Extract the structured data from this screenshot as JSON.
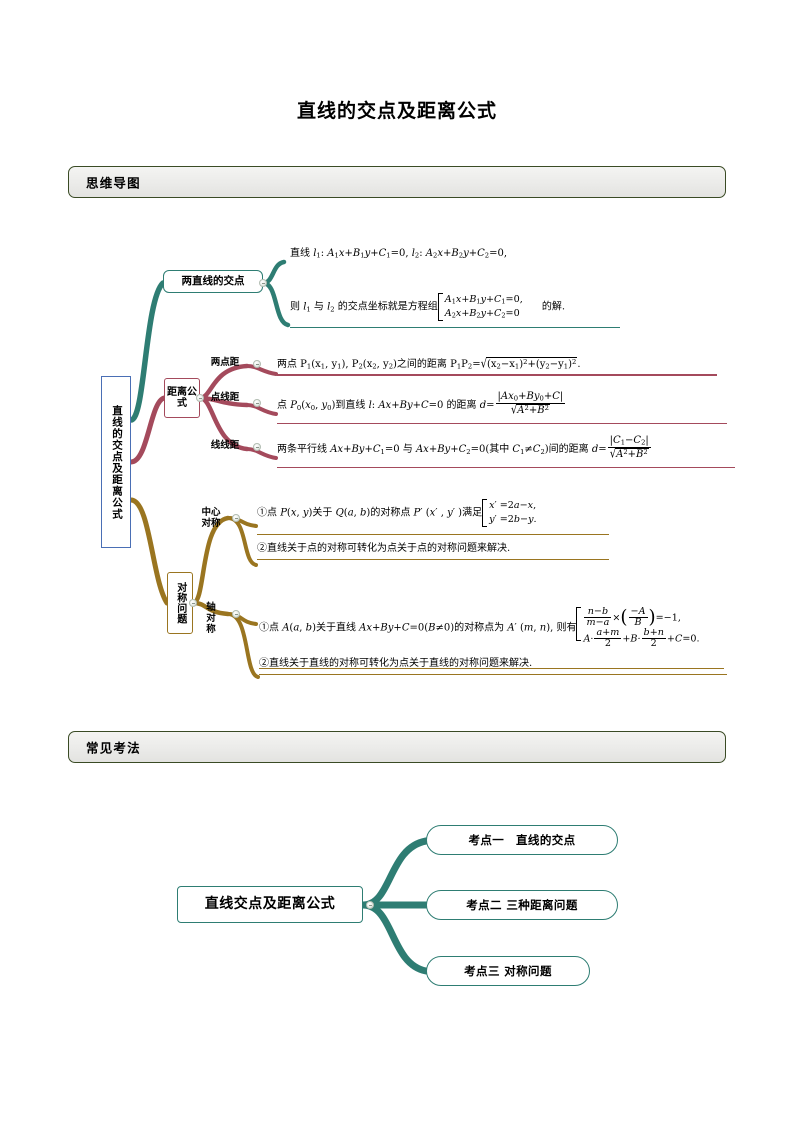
{
  "document": {
    "title": "直线的交点及距离公式"
  },
  "sections": {
    "mindmap": {
      "label": "思维导图"
    },
    "exam": {
      "label": "常见考法"
    }
  },
  "mindmap": {
    "root": "直线的交点及距离公式",
    "branches": [
      {
        "id": "intersection",
        "label": "两直线的交点",
        "color": "#2e7d73",
        "rows": [
          "直线 l₁: A₁x+B₁y+C₁=0, l₂: A₂x+B₂y+C₂=0,",
          "则 l₁ 与 l₂ 的交点坐标就是方程组 {A₁x+B₁y+C₁=0, A₂x+B₂y+C₂=0} 的解."
        ]
      },
      {
        "id": "distance",
        "label": "距离公式",
        "color": "#a44a5c",
        "children": [
          {
            "label": "两点距",
            "text": "两点 P₁(x₁, y₁), P₂(x₂, y₂) 之间的距离 P₁P₂=√((x₂−x₁)²+(y₂−y₁)²)."
          },
          {
            "label": "点线距",
            "text": "点 P₀(x₀, y₀) 到直线 l: Ax+By+C=0 的距离 d=|Ax₀+By₀+C|/√(A²+B²)"
          },
          {
            "label": "线线距",
            "text": "两条平行线 Ax+By+C₁=0 与 Ax+By+C₂=0 (其中 C₁≠C₂) 间的距离 d=|C₁−C₂|/√(A²+B²)"
          }
        ]
      },
      {
        "id": "symmetry",
        "label": "对称问题",
        "color": "#9a7520",
        "children": [
          {
            "label": "中心对称",
            "items": [
              "①点 P(x, y) 关于 Q(a, b) 的对称点 P′ (x′, y′) 满足 {x′=2a−x, y′=2b−y.}",
              "②直线关于点的对称可转化为点关于点的对称问题来解决."
            ]
          },
          {
            "label": "轴对称",
            "items": [
              "①点 A(a, b) 关于直线 Ax+By+C=0(B≠0) 的对称点为 A′ (m, n), 则有 {(n−b)/(m−a)×(−A/B)=−1, A·(a+m)/2+B·(b+n)/2+C=0.}",
              "②直线关于直线的对称可转化为点关于直线的对称问题来解决."
            ]
          }
        ]
      }
    ]
  },
  "exam_map": {
    "root": "直线交点及距离公式",
    "leaves": [
      "考点一　直线的交点",
      "考点二  三种距离问题",
      "考点三  对称问题"
    ]
  },
  "math": {
    "line1_prefix": "直线",
    "l1": "l",
    "l2": "l",
    "eq1": "A",
    "distance_two_points_lead": "两点",
    "colors": {
      "teal": "#2e7d73",
      "rose": "#a44a5c",
      "gold": "#9a7520",
      "blue": "#4a6fb5",
      "banner_border": "#3a4b25"
    }
  }
}
